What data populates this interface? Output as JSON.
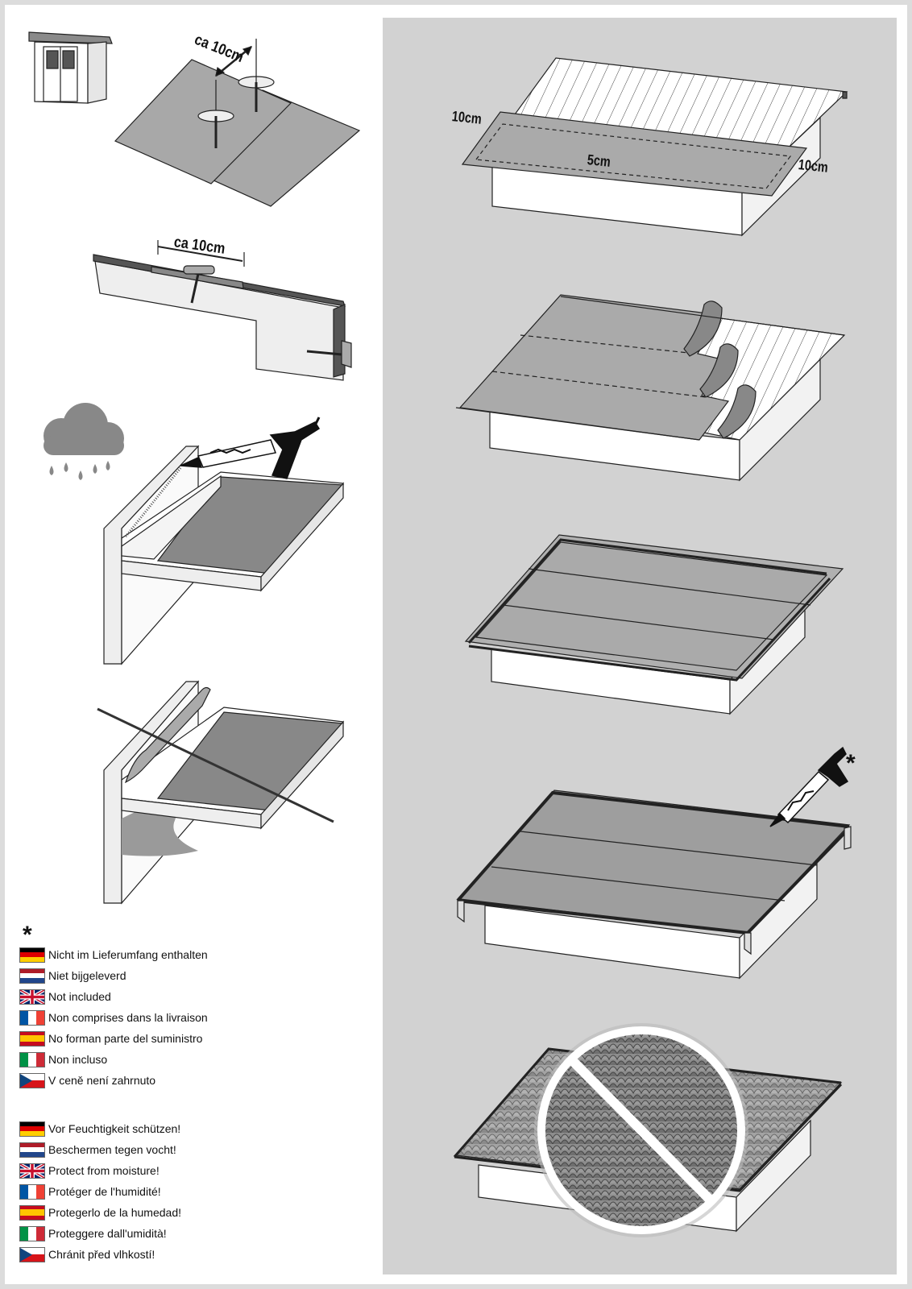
{
  "dimensions": {
    "step1": "ca 10cm",
    "step2": "ca 10cm",
    "overhang_left": "10cm",
    "overlap": "5cm",
    "overhang_right": "10cm"
  },
  "footnote_symbol": "*",
  "star_marker": "*",
  "not_included": [
    {
      "lang": "de",
      "flag": "germany-flag-icon",
      "text": "Nicht im Lieferumfang enthalten"
    },
    {
      "lang": "nl",
      "flag": "netherlands-flag-icon",
      "text": "Niet bijgeleverd"
    },
    {
      "lang": "en",
      "flag": "uk-flag-icon",
      "text": "Not included"
    },
    {
      "lang": "fr",
      "flag": "france-flag-icon",
      "text": "Non comprises dans la livraison"
    },
    {
      "lang": "es",
      "flag": "spain-flag-icon",
      "text": "No forman parte del suministro"
    },
    {
      "lang": "it",
      "flag": "italy-flag-icon",
      "text": "Non incluso"
    },
    {
      "lang": "cs",
      "flag": "czech-flag-icon",
      "text": "V ceně není zahrnuto"
    }
  ],
  "protect_moisture": [
    {
      "lang": "de",
      "flag": "germany-flag-icon",
      "text": "Vor Feuchtigkeit schützen!"
    },
    {
      "lang": "nl",
      "flag": "netherlands-flag-icon",
      "text": "Beschermen tegen vocht!"
    },
    {
      "lang": "en",
      "flag": "uk-flag-icon",
      "text": "Protect from moisture!"
    },
    {
      "lang": "fr",
      "flag": "france-flag-icon",
      "text": "Protéger de l'humidité!"
    },
    {
      "lang": "es",
      "flag": "spain-flag-icon",
      "text": "Protegerlo de la humedad!"
    },
    {
      "lang": "it",
      "flag": "italy-flag-icon",
      "text": "Proteggere dall'umidità!"
    },
    {
      "lang": "cs",
      "flag": "czech-flag-icon",
      "text": "Chránit před vlhkostí!"
    }
  ],
  "colors": {
    "panel_gray": "#d2d2d2",
    "felt_gray": "#a8a8a8",
    "felt_dark": "#8a8a8a",
    "ink": "#111111"
  }
}
